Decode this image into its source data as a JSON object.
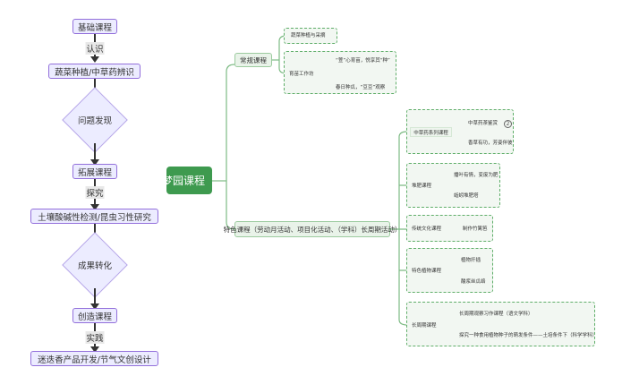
{
  "flowchart": {
    "nodes": {
      "basic": "基础课程",
      "planting": "蔬菜种植/中草药辨识",
      "problem": "问题发现",
      "extended": "拓展课程",
      "research": "土壤酸碱性检测/昆虫习性研究",
      "transform": "成果转化",
      "creative": "创造课程",
      "products": "迷迭香产品开发/节气文创设计"
    },
    "edges": {
      "recognize": "认识",
      "explore": "探究",
      "practice": "实践"
    }
  },
  "mindmap": {
    "root": "耘梦园课程",
    "regular": {
      "label": "常规课程",
      "planting_group": {
        "item": "蔬菜种植与采摘"
      },
      "workshop_group": {
        "label": "育苗工作坊",
        "items": [
          "“萱”心育苗，悦享其“种”",
          "春日种瓜，“豆豆”观察"
        ]
      }
    },
    "special": {
      "label": "特色课程（劳动月活动、项目化活动、（学科）长周期活动）",
      "groups": [
        {
          "label": "中草药系列课程",
          "items": [
            "中草药茶鉴赏",
            "香草有功，芳姿伴彼"
          ],
          "badge": "2"
        },
        {
          "label": "堆肥课程",
          "items": [
            "播叶有情，变废为肥",
            "蚯蚓堆肥塔"
          ]
        },
        {
          "label": "传统文化课程",
          "items": [
            "制作竹篱笆"
          ]
        },
        {
          "label": "特色植物课程",
          "items": [
            "植物扦插",
            "酸浆丝瓜络"
          ]
        },
        {
          "label": "长周期课程",
          "items": [
            "长周期观察习作课程（语文学科）",
            "探究一种食用植物种子的萌发条件——土培条件下（科学学科）"
          ]
        }
      ]
    }
  },
  "colors": {
    "root_green": "#3e9a4f",
    "branch_line": "#7dbb84",
    "flow_fill": "#ECECFF",
    "flow_border": "#9370DB"
  }
}
